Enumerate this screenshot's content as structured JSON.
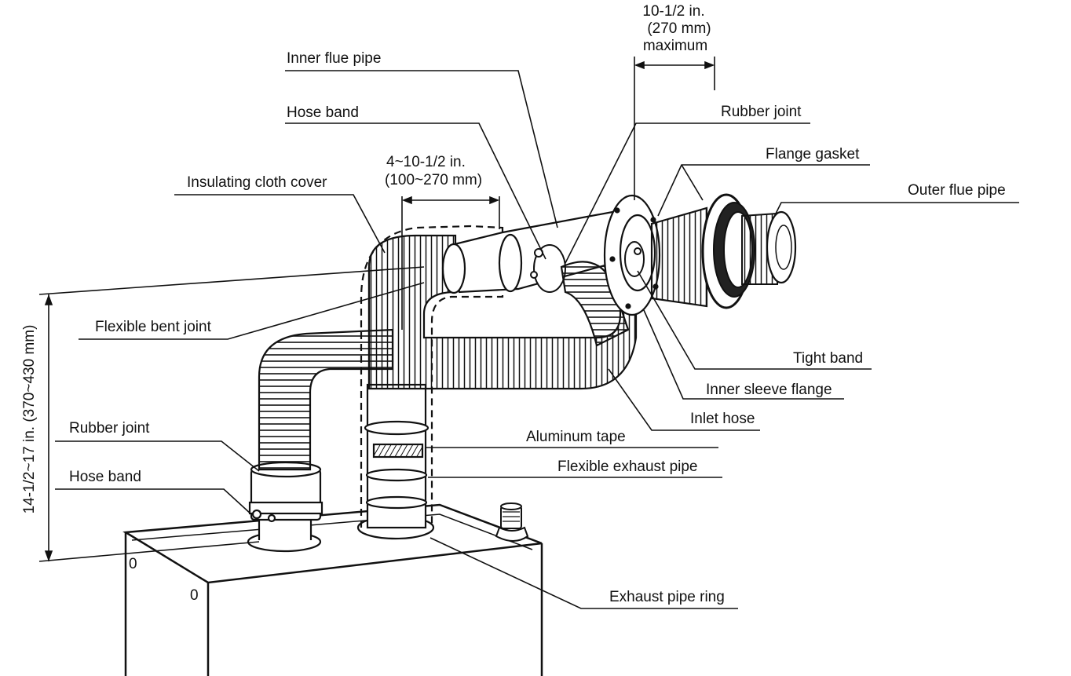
{
  "labels": {
    "dim_top_1": "10-1/2 in.",
    "dim_top_2": "(270 mm)",
    "dim_top_3": "maximum",
    "inner_flue_pipe": "Inner flue pipe",
    "hose_band_top": "Hose band",
    "rubber_joint_top": "Rubber joint",
    "flange_gasket": "Flange gasket",
    "dim_mid_1": "4~10-1/2 in.",
    "dim_mid_2": "(100~270 mm)",
    "insulating_cloth_cover": "Insulating cloth cover",
    "outer_flue_pipe": "Outer flue pipe",
    "flexible_bent_joint": "Flexible bent joint",
    "tight_band": "Tight band",
    "inner_sleeve_flange": "Inner sleeve flange",
    "inlet_hose": "Inlet hose",
    "rubber_joint_left": "Rubber joint",
    "aluminum_tape": "Aluminum tape",
    "flexible_exhaust_pipe": "Flexible exhaust pipe",
    "hose_band_left": "Hose band",
    "exhaust_pipe_ring": "Exhaust pipe ring",
    "dim_vertical": "14-1/2~17 in. (370~430 mm)",
    "mark_o_1": "0",
    "mark_o_2": "0"
  },
  "colors": {
    "ink": "#111111",
    "paper": "#ffffff"
  }
}
